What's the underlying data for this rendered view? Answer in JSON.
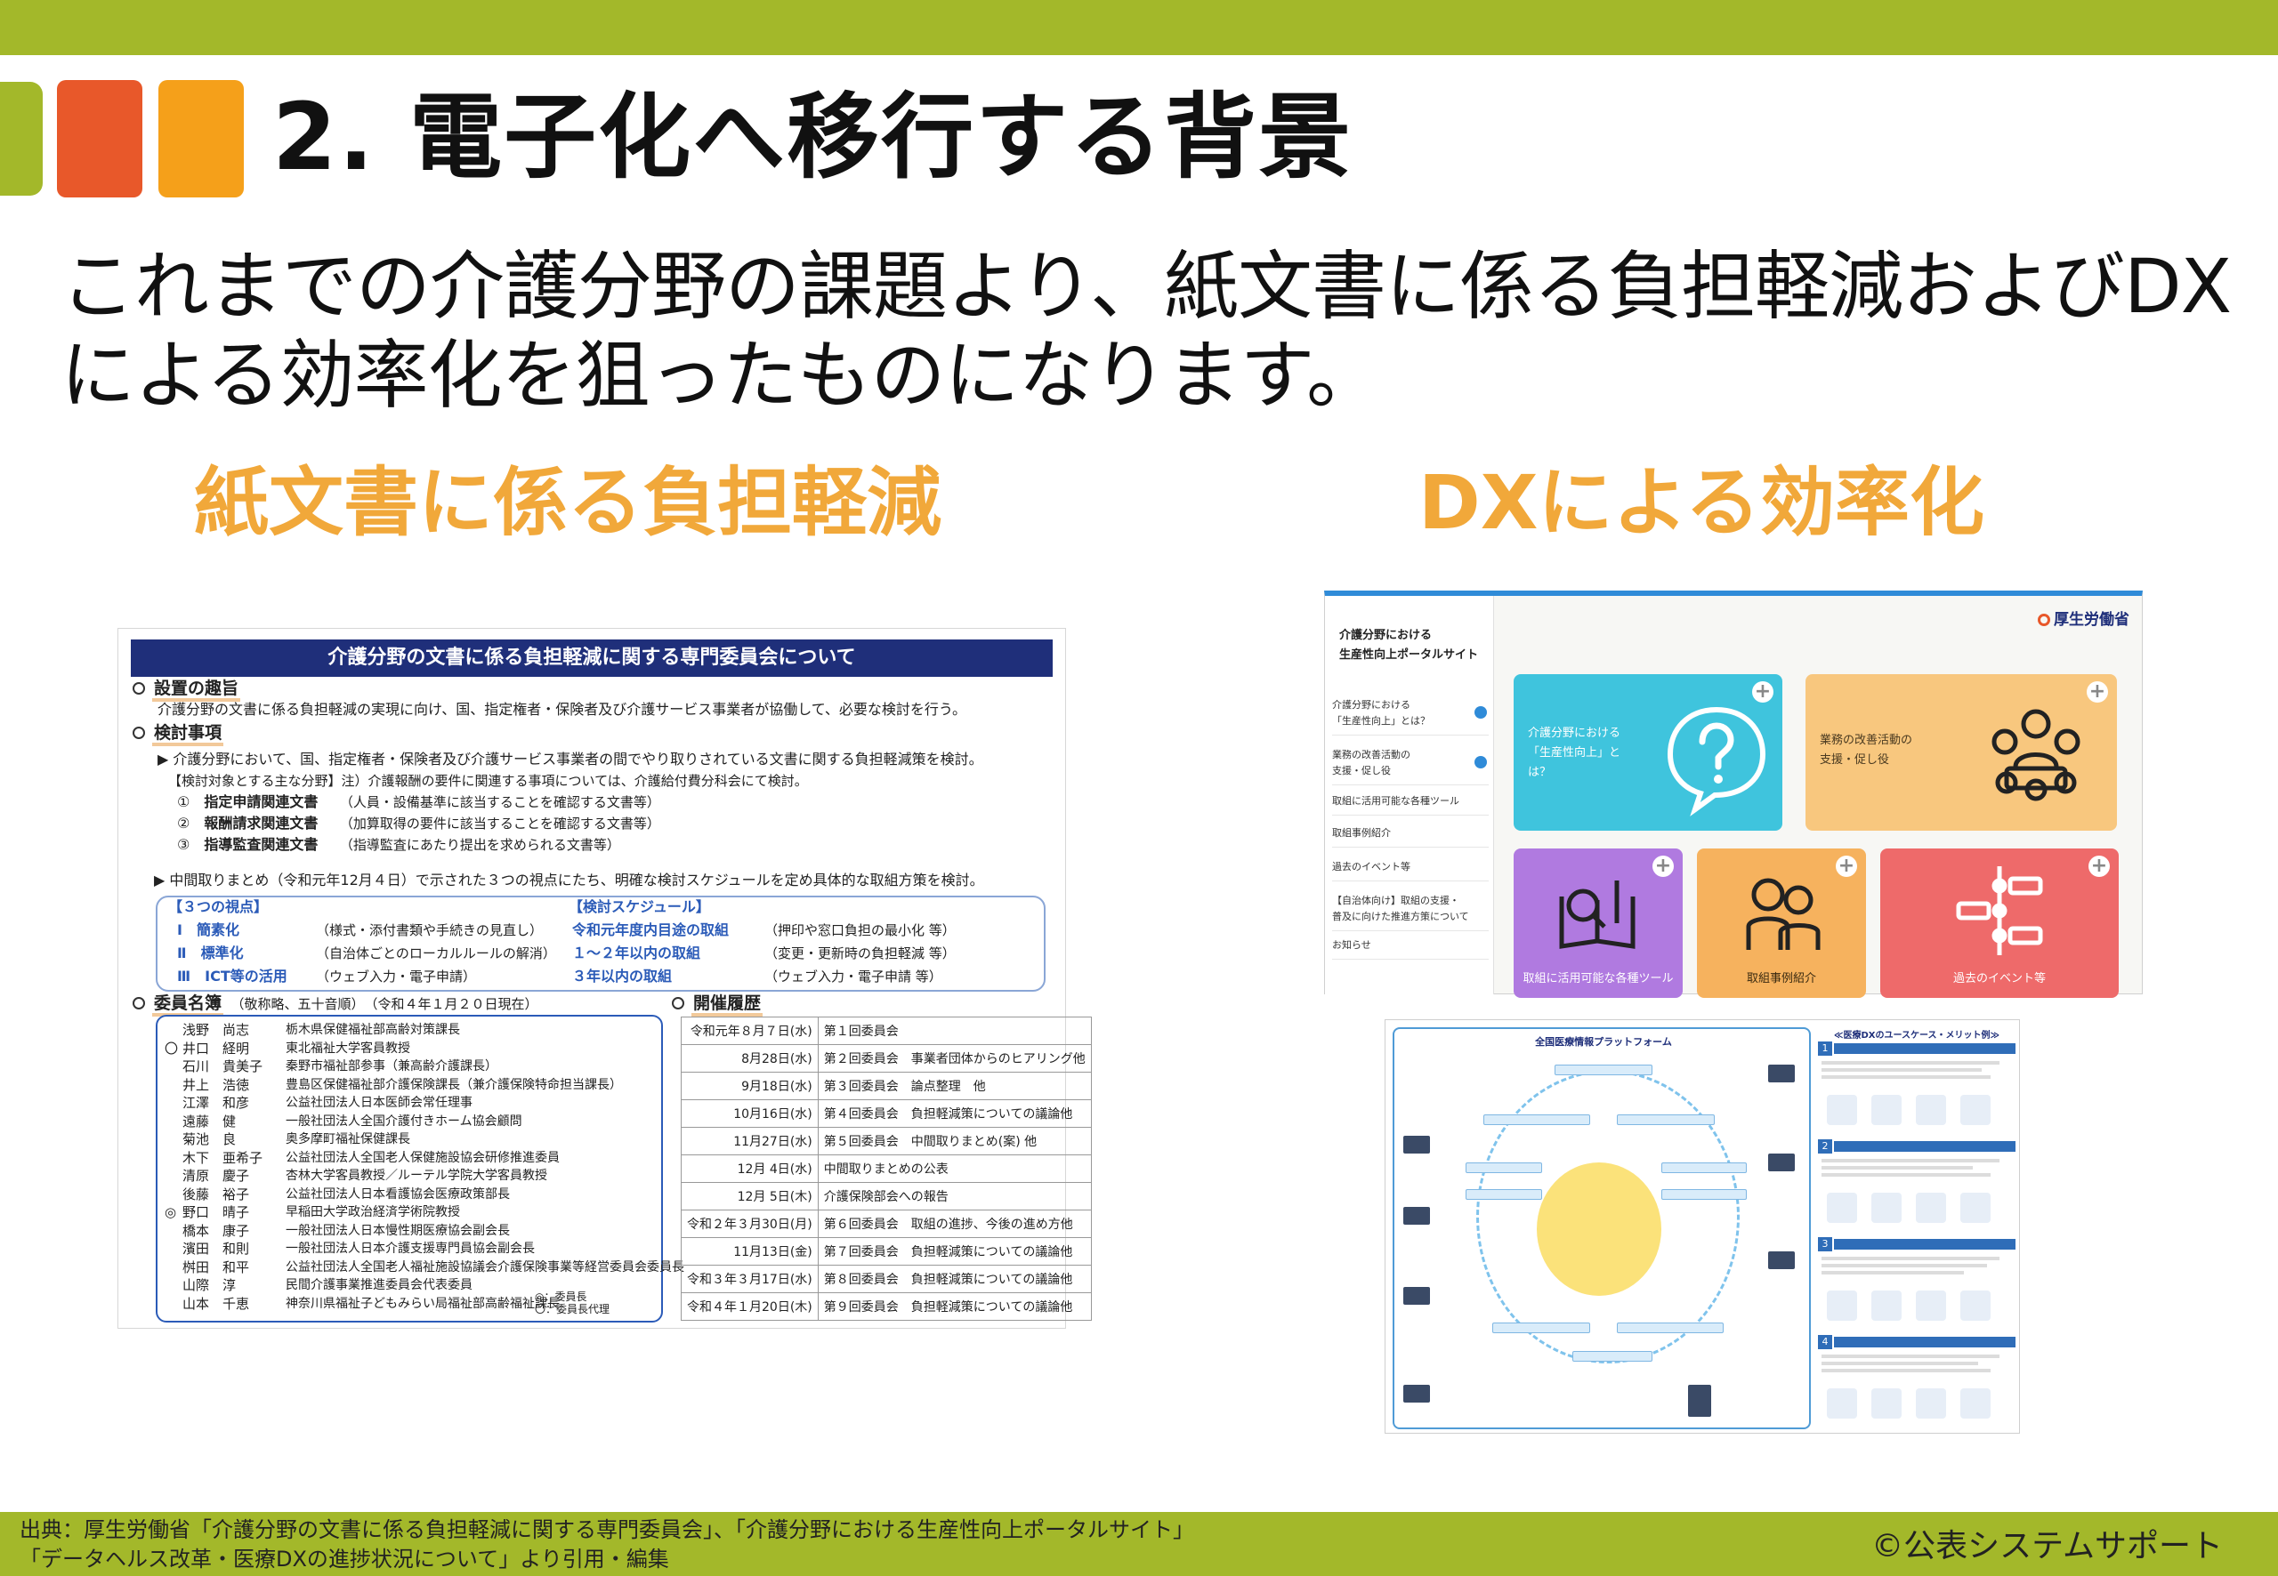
{
  "slide": {
    "title": "2. 電子化へ移行する背景",
    "lead_line1": "これまでの介護分野の課題より、紙文書に係る負担軽減およびDX",
    "lead_line2": "による効率化を狙ったものになります。",
    "left_heading": "紙文書に係る負担軽減",
    "right_heading": "DXによる効率化"
  },
  "committee_doc": {
    "title": "介護分野の文書に係る負担軽減に関する専門委員会について",
    "sec1": "設置の趣旨",
    "sec1_text": "介護分野の文書に係る負担軽減の実現に向け、国、指定権者・保険者及び介護サービス事業者が協働して、必要な検討を行う。",
    "sec2": "検討事項",
    "sec2_text": "▶ 介護分野において、国、指定権者・保険者及び介護サービス事業者の間でやり取りされている文書に関する負担軽減策を検討。",
    "sec2_note": "【検討対象とする主な分野】注）介護報酬の要件に関連する事項については、介護給付費分科会にて検討。",
    "items": [
      {
        "num": "①",
        "name": "指定申請関連文書",
        "desc": "（人員・設備基準に該当することを確認する文書等）"
      },
      {
        "num": "②",
        "name": "報酬請求関連文書",
        "desc": "（加算取得の要件に該当することを確認する文書等）"
      },
      {
        "num": "③",
        "name": "指導監査関連文書",
        "desc": "（指導監査にあたり提出を求められる文書等）"
      }
    ],
    "interim": "▶ 中間取りまとめ（令和元年12月４日）で示された３つの視点にたち、明確な検討スケジュールを定め具体的な取組方策を検討。",
    "views_head": "【３つの視点】",
    "views": [
      {
        "num": "Ⅰ",
        "name": "簡素化",
        "desc": "（様式・添付書類や手続きの見直し）"
      },
      {
        "num": "Ⅱ",
        "name": "標準化",
        "desc": "（自治体ごとのローカルルールの解消）"
      },
      {
        "num": "Ⅲ",
        "name": "ICT等の活用",
        "desc": "（ウェブ入力・電子申請）"
      }
    ],
    "schedule_head": "【検討スケジュール】",
    "schedule": [
      {
        "name": "令和元年度内目途の取組",
        "desc": "（押印や窓口負担の最小化 等）"
      },
      {
        "name": "１～２年以内の取組",
        "desc": "（変更・更新時の負担軽減 等）"
      },
      {
        "name": "３年以内の取組",
        "desc": "（ウェブ入力・電子申請 等）"
      }
    ],
    "members_head": "委員名簿",
    "members_note": "（敬称略、五十音順）　（令和４年１月２０日現在）",
    "members": [
      {
        "mark": "",
        "name": "浅野　尚志",
        "role": "栃木県保健福祉部高齢対策課長"
      },
      {
        "mark": "〇",
        "name": "井口　経明",
        "role": "東北福祉大学客員教授"
      },
      {
        "mark": "",
        "name": "石川　貴美子",
        "role": "秦野市福祉部参事（兼高齢介護課長）"
      },
      {
        "mark": "",
        "name": "井上　浩徳",
        "role": "豊島区保健福祉部介護保険課長（兼介護保険特命担当課長）"
      },
      {
        "mark": "",
        "name": "江澤　和彦",
        "role": "公益社団法人日本医師会常任理事"
      },
      {
        "mark": "",
        "name": "遠藤　健",
        "role": "一般社団法人全国介護付きホーム協会顧問"
      },
      {
        "mark": "",
        "name": "菊池　良",
        "role": "奥多摩町福祉保健課長"
      },
      {
        "mark": "",
        "name": "木下　亜希子",
        "role": "公益社団法人全国老人保健施設協会研修推進委員"
      },
      {
        "mark": "",
        "name": "清原　慶子",
        "role": "杏林大学客員教授／ルーテル学院大学客員教授"
      },
      {
        "mark": "",
        "name": "後藤　裕子",
        "role": "公益社団法人日本看護協会医療政策部長"
      },
      {
        "mark": "◎",
        "name": "野口　晴子",
        "role": "早稲田大学政治経済学術院教授"
      },
      {
        "mark": "",
        "name": "橋本　康子",
        "role": "一般社団法人日本慢性期医療協会副会長"
      },
      {
        "mark": "",
        "name": "濱田　和則",
        "role": "一般社団法人日本介護支援専門員協会副会長"
      },
      {
        "mark": "",
        "name": "桝田　和平",
        "role": "公益社団法人全国老人福祉施設協議会介護保険事業等経営委員会委員長"
      },
      {
        "mark": "",
        "name": "山際　淳",
        "role": "民間介護事業推進委員会代表委員"
      },
      {
        "mark": "",
        "name": "山本　千恵",
        "role": "神奈川県福祉子どもみらい局福祉部高齢福祉課長"
      }
    ],
    "legend1": "◎：委員長",
    "legend2": "〇：委員長代理",
    "history_head": "開催履歴",
    "history": [
      {
        "date": "令和元年８月７日(水)",
        "event": "第１回委員会"
      },
      {
        "date": "8月28日(水)",
        "event": "第２回委員会　事業者団体からのヒアリング他"
      },
      {
        "date": "9月18日(水)",
        "event": "第３回委員会　論点整理　他"
      },
      {
        "date": "10月16日(水)",
        "event": "第４回委員会　負担軽減策についての議論他"
      },
      {
        "date": "11月27日(水)",
        "event": "第５回委員会　中間取りまとめ(案) 他"
      },
      {
        "date": "12月 4日(水)",
        "event": "中間取りまとめの公表"
      },
      {
        "date": "12月 5日(木)",
        "event": "介護保険部会への報告"
      },
      {
        "date": "令和２年３月30日(月)",
        "event": "第６回委員会　取組の進捗、今後の進め方他"
      },
      {
        "date": "11月13日(金)",
        "event": "第７回委員会　負担軽減策についての議論他"
      },
      {
        "date": "令和３年３月17日(水)",
        "event": "第８回委員会　負担軽減策についての議論他"
      },
      {
        "date": "令和４年１月20日(木)",
        "event": "第９回委員会　負担軽減策についての議論他"
      }
    ]
  },
  "portal": {
    "site_title_1": "介護分野における",
    "site_title_2": "生産性向上ポータルサイト",
    "logo": "厚生労働省",
    "nav": [
      {
        "l1": "介護分野における",
        "l2": "「生産性向上」とは？",
        "arrow": true
      },
      {
        "l1": "業務の改善活動の",
        "l2": "支援・促し役",
        "arrow": true
      },
      {
        "l1": "取組に活用可能な各種ツール",
        "l2": "",
        "arrow": false
      },
      {
        "l1": "取組事例紹介",
        "l2": "",
        "arrow": false
      },
      {
        "l1": "過去のイベント等",
        "l2": "",
        "arrow": false
      },
      {
        "l1": "【自治体向け】取組の支援・",
        "l2": "普及に向けた推進方策について",
        "arrow": false
      },
      {
        "l1": "お知らせ",
        "l2": "",
        "arrow": false
      }
    ],
    "tile_about_1": "介護分野における",
    "tile_about_2": "「生産性向上」と",
    "tile_about_3": "は？",
    "tile_support_1": "業務の改善活動の",
    "tile_support_2": "支援・促し役",
    "tile_tools": "取組に活用可能な各種ツール",
    "tile_cases": "取組事例紹介",
    "tile_events": "過去のイベント等",
    "plus": "+",
    "colors": {
      "about": "#3fc4dd",
      "support": "#f8c77e",
      "tools": "#b07ae0",
      "cases": "#f6b25e",
      "events": "#ee6a6a"
    }
  },
  "medical_dx": {
    "left_title": "全国医療情報プラットフォーム",
    "right_title": "≪医療DXのユースケース・メリット例≫",
    "steps": [
      "1",
      "2",
      "3",
      "4"
    ]
  },
  "footer": {
    "source_line1": "出典：厚生労働省「介護分野の文書に係る負担軽減に関する専門委員会」、「介護分野における生産性向上ポータルサイト」",
    "source_line2": "「データヘルス改革・医療DXの進捗状況について」より引用・編集",
    "copyright": "©公表システムサポート"
  }
}
